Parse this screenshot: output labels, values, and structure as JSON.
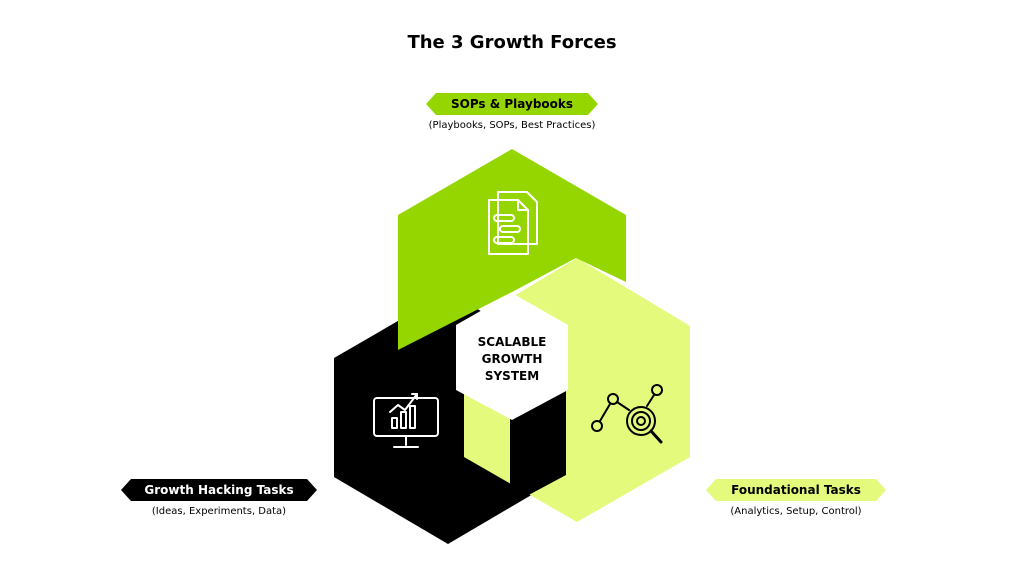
{
  "title": "The 3 Growth Forces",
  "center": {
    "line1": "SCALABLE",
    "line2": "GROWTH",
    "line3": "SYSTEM"
  },
  "forces": [
    {
      "label": "SOPs & Playbooks",
      "subtitle": "(Playbooks, SOPs, Best Practices)",
      "icon": "document-stack-icon",
      "color": "#95d600"
    },
    {
      "label": "Growth Hacking Tasks",
      "subtitle": "(Ideas, Experiments, Data)",
      "icon": "monitor-chart-icon",
      "color": "#000000"
    },
    {
      "label": "Foundational Tasks",
      "subtitle": "(Analytics, Setup, Control)",
      "icon": "analytics-target-icon",
      "color": "#e3fa7c"
    }
  ]
}
